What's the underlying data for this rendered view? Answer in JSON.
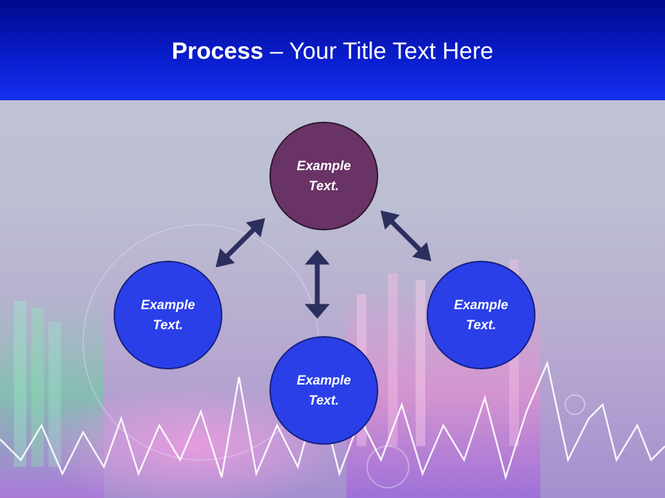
{
  "slide": {
    "title_bold": "Process",
    "title_rest": " – Your Title Text Here"
  },
  "diagram": {
    "nodes": [
      {
        "id": "top",
        "text": "Example Text."
      },
      {
        "id": "left",
        "text": "Example Text."
      },
      {
        "id": "right",
        "text": "Example Text."
      },
      {
        "id": "bottom",
        "text": "Example Text."
      }
    ]
  },
  "colors": {
    "title_bar": "#0a1ecf",
    "top_node": "#6a3366",
    "blue_nodes": "#2a3fe8",
    "arrows": "#2b2f5e"
  }
}
